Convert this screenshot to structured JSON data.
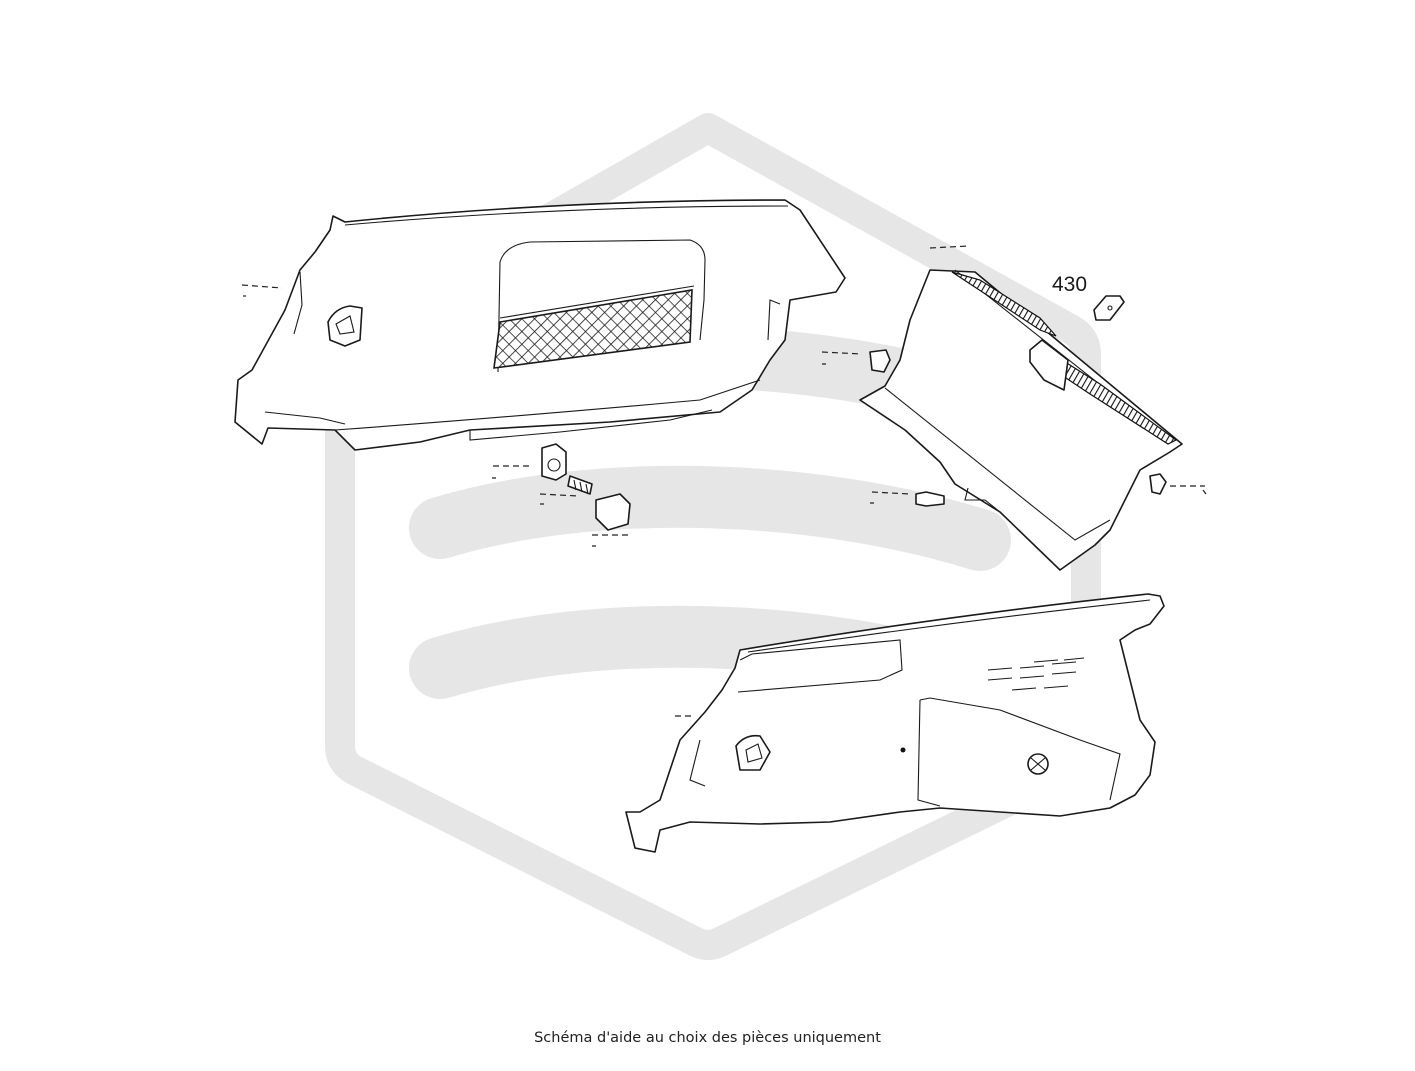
{
  "diagram": {
    "callouts": [
      {
        "id": "part-430",
        "label": "430"
      }
    ],
    "caption": "Schéma d'aide au choix des pièces uniquement",
    "watermark": {
      "color": "#e6e6e6"
    }
  }
}
